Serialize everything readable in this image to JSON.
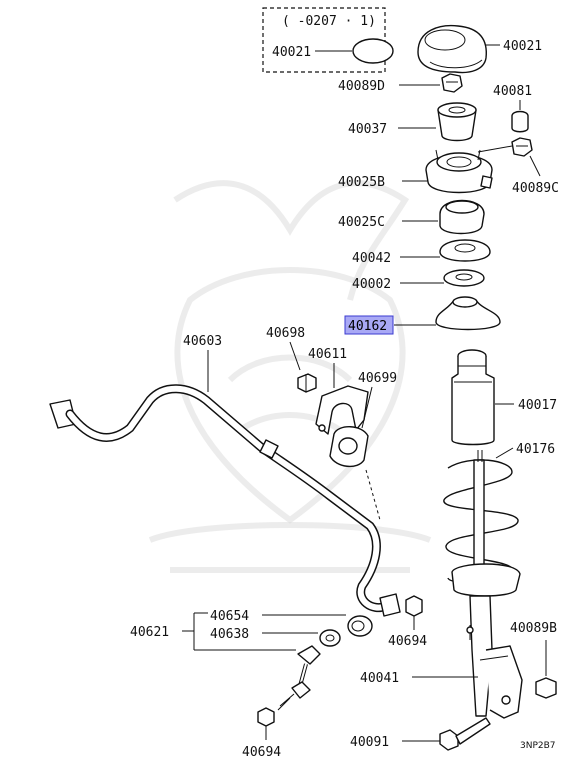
{
  "labels": {
    "variant_note": "( -0207 · 1)",
    "p40021_a": "40021",
    "p40021_b": "40021",
    "p40089D": "40089D",
    "p40081": "40081",
    "p40037": "40037",
    "p40089C": "40089C",
    "p40025B": "40025B",
    "p40025C": "40025C",
    "p40042": "40042",
    "p40002": "40002",
    "p40162": "40162",
    "p40603": "40603",
    "p40698": "40698",
    "p40611": "40611",
    "p40699": "40699",
    "p40017": "40017",
    "p40176": "40176",
    "p40654": "40654",
    "p40621": "40621",
    "p40638": "40638",
    "p40694_a": "40694",
    "p40694_b": "40694",
    "p40089B": "40089B",
    "p40041": "40041",
    "p40091": "40091",
    "figure_code": "3NP2B7"
  },
  "highlight_color": "#a9a9f5"
}
